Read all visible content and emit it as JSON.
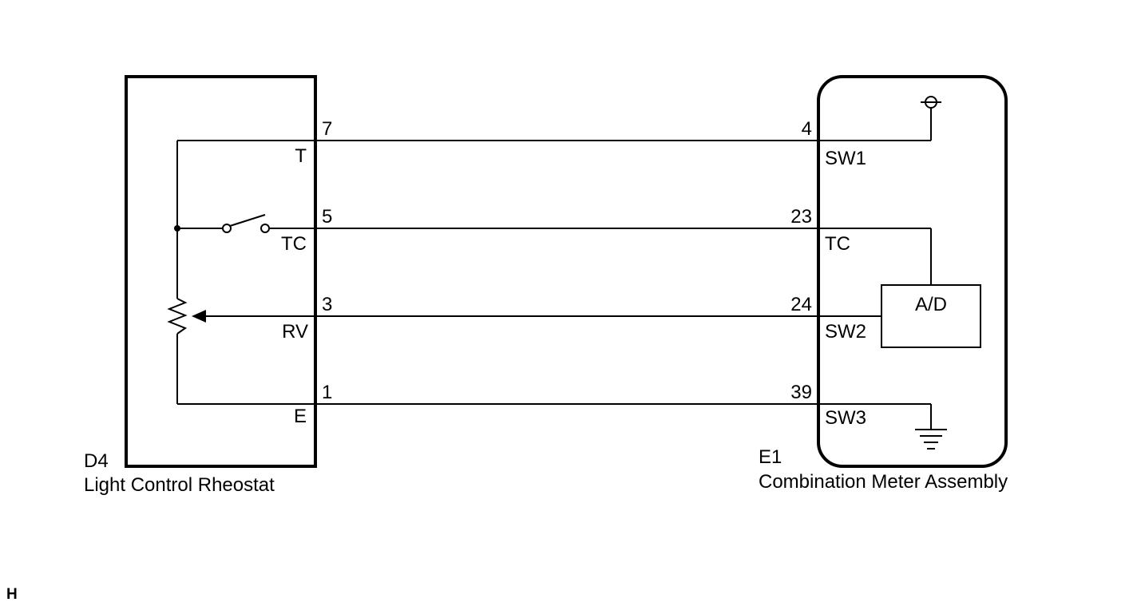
{
  "left_component": {
    "id": "D4",
    "name": "Light Control Rheostat",
    "pins": [
      {
        "number": "7",
        "name": "T"
      },
      {
        "number": "5",
        "name": "TC"
      },
      {
        "number": "3",
        "name": "RV"
      },
      {
        "number": "1",
        "name": "E"
      }
    ]
  },
  "right_component": {
    "id": "E1",
    "name": "Combination Meter Assembly",
    "pins": [
      {
        "number": "4",
        "name": "SW1"
      },
      {
        "number": "23",
        "name": "TC"
      },
      {
        "number": "24",
        "name": "SW2"
      },
      {
        "number": "39",
        "name": "SW3"
      }
    ],
    "ad_label": "A/D"
  },
  "corner_label": "H"
}
